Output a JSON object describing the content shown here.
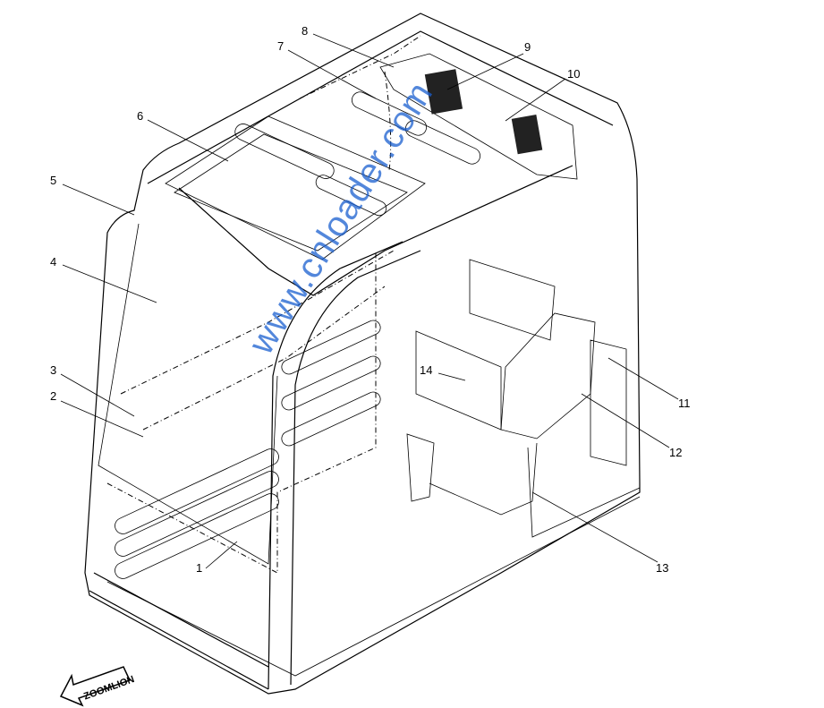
{
  "diagram": {
    "callouts": [
      "1",
      "2",
      "3",
      "4",
      "5",
      "6",
      "7",
      "8",
      "9",
      "10",
      "11",
      "12",
      "13",
      "14"
    ],
    "watermark": "www.cnloader.com",
    "logo_text": "ZOOMLION",
    "colors": {
      "line": "#000000",
      "watermark": "#1a5fd0"
    }
  }
}
